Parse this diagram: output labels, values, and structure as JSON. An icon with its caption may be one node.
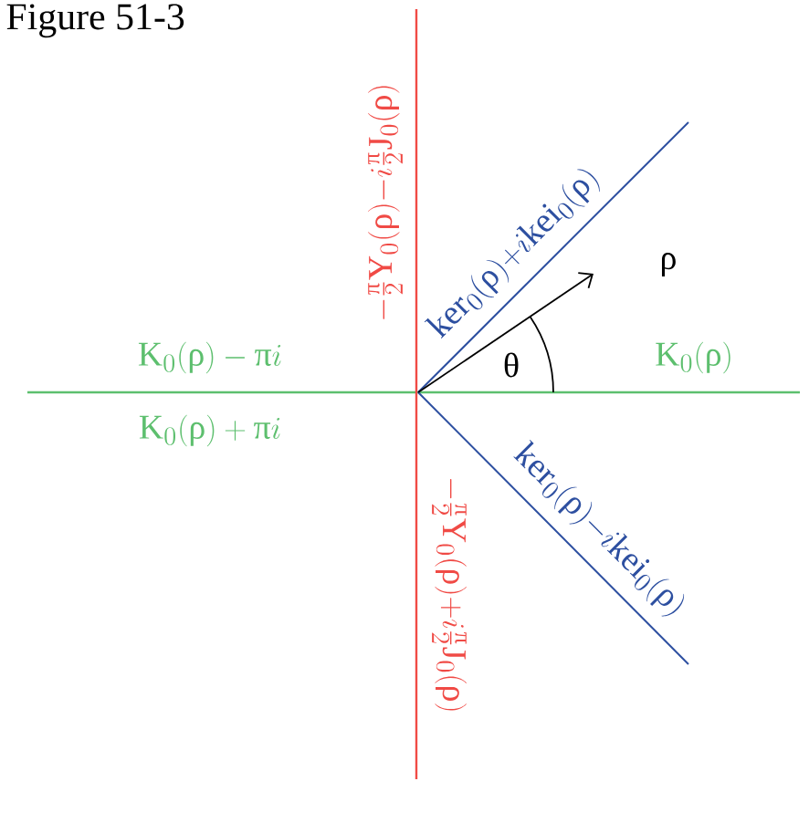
{
  "diagram": {
    "title": "Figure 51-3",
    "labels": [
      "-\\tfrac{\\text{π}}{2}\\mathrm{Y}_0(\\text{ρ}){-}i\\tfrac{\\text{π}}{2}\\mathrm{J}_0(\\text{ρ})",
      "\\mathrm{ker}_0(\\text{ρ}){+}i\\mathrm{kei}_0(\\text{ρ})",
      "\\text{ρ}",
      "\\text{θ}",
      "\\mathrm{K}_0(\\text{ρ})-\\text{π}i",
      "\\mathrm{K}_0(\\text{ρ})",
      "\\mathrm{K}_0(\\text{ρ})+\\text{π}i",
      "\\mathrm{ker}_0(\\text{ρ}){-}i\\mathrm{kei}_0(\\text{ρ})",
      "-\\tfrac{\\text{π}}{2}\\mathrm{Y}_0(\\text{ρ}){+}i\\tfrac{\\text{π}}{2}\\mathrm{J}_0(\\text{ρ})"
    ]
  }
}
